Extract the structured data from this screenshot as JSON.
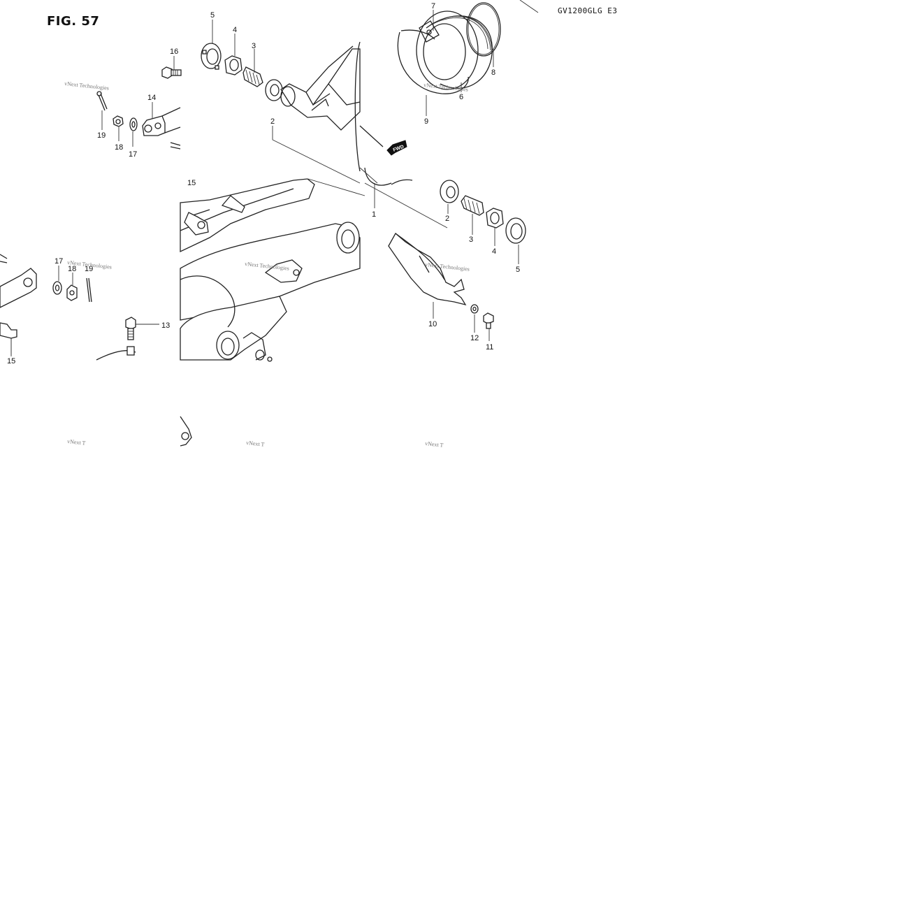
{
  "figure_label": "FIG. 57",
  "model_code": "GV1200GLG  E3",
  "direction_label": "FWD",
  "watermark_text": "vNext Technologies",
  "watermark_clipped": "vNext T",
  "callouts_upper_left": [
    "16",
    "14",
    "19",
    "18",
    "17"
  ],
  "callouts_upper_mid": [
    "5",
    "4",
    "3",
    "2",
    "15"
  ],
  "callouts_upper_right": [
    "7",
    "8",
    "6",
    "9",
    "1"
  ],
  "callouts_lower_left": [
    "17",
    "18",
    "19",
    "13",
    "15"
  ],
  "callouts_lower_right": [
    "2",
    "3",
    "4",
    "5",
    "10",
    "12",
    "11"
  ]
}
